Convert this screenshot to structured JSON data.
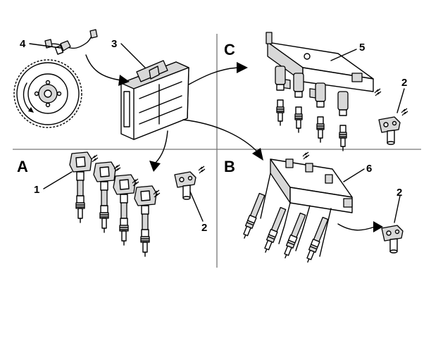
{
  "panels": {
    "a": "A",
    "b": "B",
    "c": "C"
  },
  "callouts": {
    "n1": "1",
    "n2_a": "2",
    "n2_b": "2",
    "n2_c": "2",
    "n3": "3",
    "n4": "4",
    "n5": "5",
    "n6": "6"
  }
}
